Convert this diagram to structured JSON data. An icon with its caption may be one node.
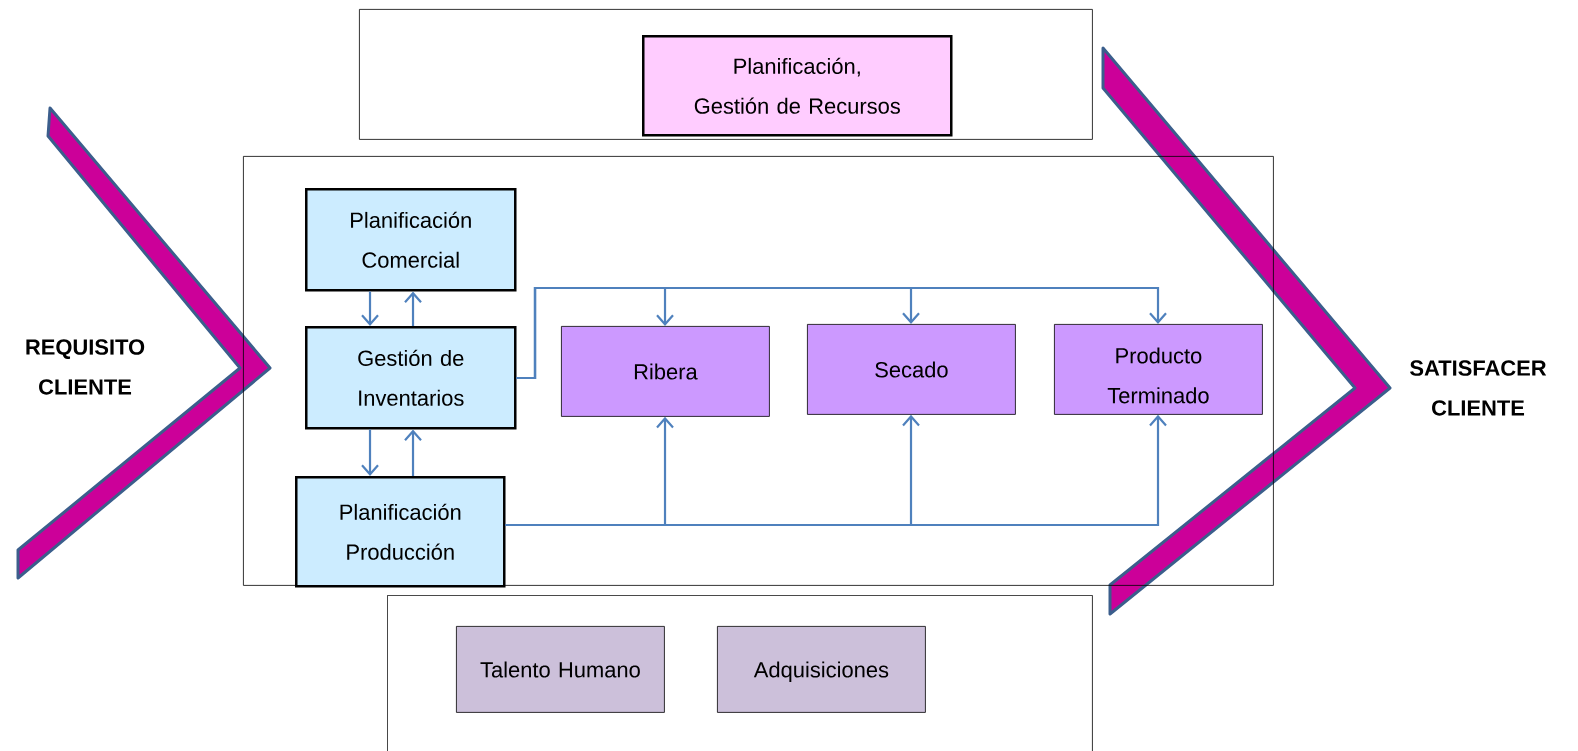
{
  "diagram": {
    "nodes": [
      {
        "text": [],
        "shape": "box"
      },
      {
        "text": [
          "Planificación, Gestión de Recursos"
        ],
        "in": 0
      },
      {
        "text": [],
        "shape": "box"
      },
      {
        "text": [
          "Planificación Comercial"
        ],
        "in": 2
      },
      {
        "text": [
          "Gestión de Inventarios"
        ],
        "in": 2
      },
      {
        "text": [
          "Planificación Producción"
        ],
        "in": 2
      },
      {
        "text": [
          "Ribera"
        ],
        "in": 2
      },
      {
        "text": [
          "Secado"
        ],
        "in": 2
      },
      {
        "text": [
          "Producto Terminado"
        ],
        "in": 2
      },
      {
        "text": [],
        "shape": "box"
      },
      {
        "text": [
          "Talento Humano"
        ],
        "in": 9
      },
      {
        "text": [
          "Adquisiciones"
        ],
        "in": 9
      }
    ],
    "edges": [
      {
        "from": 3,
        "to": 4,
        "arrow": "to"
      },
      {
        "from": 4,
        "to": 3,
        "arrow": "to"
      },
      {
        "from": 4,
        "to": 5,
        "arrow": "to"
      },
      {
        "from": 5,
        "to": 4,
        "arrow": "to"
      },
      {
        "from": 4,
        "to": 6,
        "arrow": "to"
      },
      {
        "from": 4,
        "to": 7,
        "arrow": "to"
      },
      {
        "from": 4,
        "to": 8,
        "arrow": "to"
      },
      {
        "from": 5,
        "to": 6,
        "arrow": "to"
      },
      {
        "from": 5,
        "to": 7,
        "arrow": "to"
      },
      {
        "from": 5,
        "to": 8,
        "arrow": "to"
      }
    ],
    "labels": [
      "REQUISITO CLIENTE",
      "SATISFACER CLIENTE"
    ]
  }
}
